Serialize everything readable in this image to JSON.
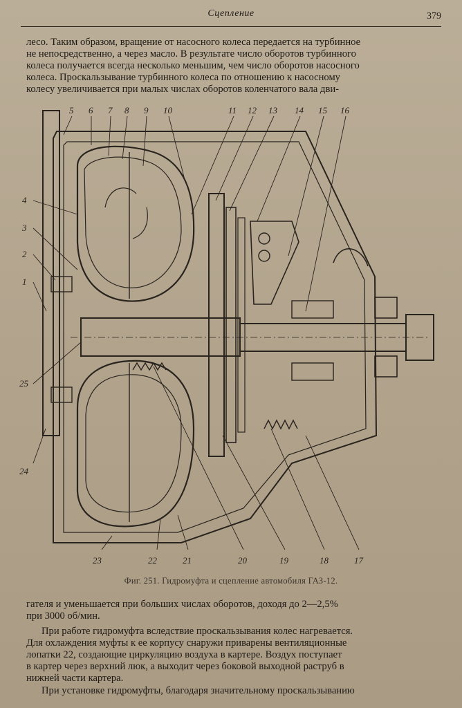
{
  "header": {
    "title": "Сцепление",
    "page_number": "379"
  },
  "paragraph_1": [
    "лесо. Таким образом, вращение от насосного колеса передается на турбинное",
    "не непосредственно, а через масло. В результате число оборотов турбинного",
    "колеса получается всегда несколько меньшим, чем число оборотов насосного",
    "колеса. Проскальзывание турбинного колеса по отношению к насосному",
    "колесу увеличивается при малых числах оборотов коленчатого вала дви-"
  ],
  "figure": {
    "labels_top": [
      "5",
      "6",
      "7",
      "8",
      "9",
      "10",
      "11",
      "12",
      "13",
      "14",
      "15",
      "16"
    ],
    "labels_left": [
      "4",
      "3",
      "2",
      "1",
      "25",
      "24"
    ],
    "labels_bottom": [
      "23",
      "22",
      "21",
      "20",
      "19",
      "18",
      "17"
    ],
    "caption": "Фиг. 251. Гидромуфта и сцепление автомобиля ГАЗ-12."
  },
  "paragraph_2": [
    "гателя и уменьшается при больших числах оборотов, доходя до 2—2,5%",
    "при 3000 об/мин."
  ],
  "paragraph_3": [
    "При работе гидромуфта вследствие проскальзывания колес нагревается.",
    "Для охлаждения муфты к ее корпусу снаружи приварены вентиляционные",
    "лопатки 22, создающие циркуляцию воздуха в картере. Воздух поступает",
    "в картер через верхний люк, а выходит через боковой выходной раструб в",
    "нижней части картера."
  ],
  "paragraph_4": [
    "При установке гидромуфты, благодаря значительному проскальзыванию"
  ]
}
